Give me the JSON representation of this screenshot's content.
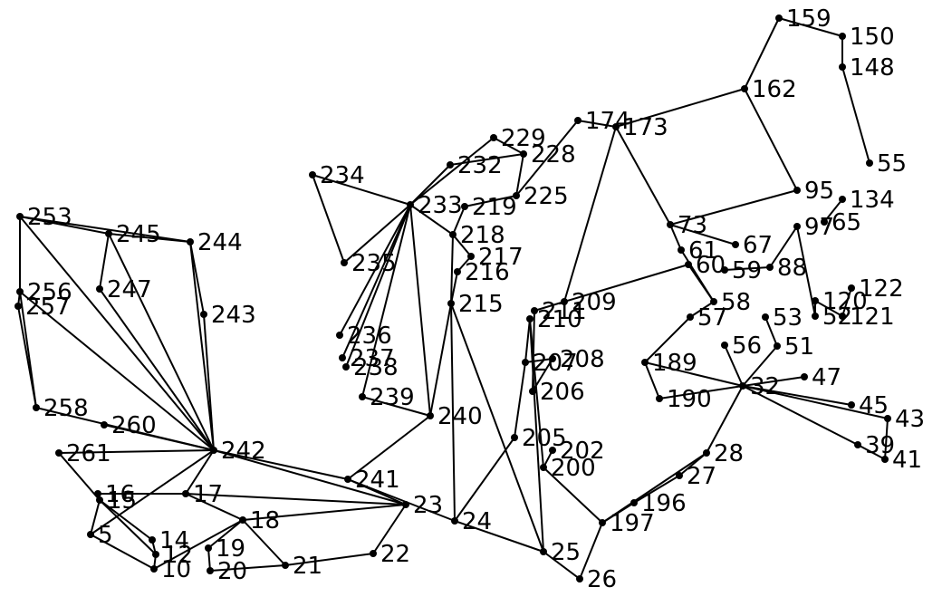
{
  "graph": {
    "nodes": [
      {
        "id": 5
      },
      {
        "id": 10
      },
      {
        "id": 12
      },
      {
        "id": 14
      },
      {
        "id": 15
      },
      {
        "id": 16
      },
      {
        "id": 17
      },
      {
        "id": 18
      },
      {
        "id": 19
      },
      {
        "id": 20
      },
      {
        "id": 21
      },
      {
        "id": 22
      },
      {
        "id": 23
      },
      {
        "id": 24
      },
      {
        "id": 25
      },
      {
        "id": 26
      },
      {
        "id": 27
      },
      {
        "id": 28
      },
      {
        "id": 32
      },
      {
        "id": 39
      },
      {
        "id": 41
      },
      {
        "id": 43
      },
      {
        "id": 45
      },
      {
        "id": 47
      },
      {
        "id": 51
      },
      {
        "id": 52
      },
      {
        "id": 53
      },
      {
        "id": 55
      },
      {
        "id": 56
      },
      {
        "id": 57
      },
      {
        "id": 58
      },
      {
        "id": 59
      },
      {
        "id": 60
      },
      {
        "id": 61
      },
      {
        "id": 65
      },
      {
        "id": 67
      },
      {
        "id": 73
      },
      {
        "id": 88
      },
      {
        "id": 95
      },
      {
        "id": 97
      },
      {
        "id": 120
      },
      {
        "id": 121
      },
      {
        "id": 122
      },
      {
        "id": 134
      },
      {
        "id": 148
      },
      {
        "id": 150
      },
      {
        "id": 159
      },
      {
        "id": 162
      },
      {
        "id": 173
      },
      {
        "id": 174
      },
      {
        "id": 189
      },
      {
        "id": 190
      },
      {
        "id": 196
      },
      {
        "id": 197
      },
      {
        "id": 200
      },
      {
        "id": 202
      },
      {
        "id": 205
      },
      {
        "id": 206
      },
      {
        "id": 207
      },
      {
        "id": 208
      },
      {
        "id": 209
      },
      {
        "id": 210
      },
      {
        "id": 211
      },
      {
        "id": 215
      },
      {
        "id": 216
      },
      {
        "id": 217
      },
      {
        "id": 218
      },
      {
        "id": 219
      },
      {
        "id": 225
      },
      {
        "id": 228
      },
      {
        "id": 229
      },
      {
        "id": 232
      },
      {
        "id": 233
      },
      {
        "id": 234
      },
      {
        "id": 235
      },
      {
        "id": 236
      },
      {
        "id": 237
      },
      {
        "id": 238
      },
      {
        "id": 239
      },
      {
        "id": 240
      },
      {
        "id": 241
      },
      {
        "id": 242
      },
      {
        "id": 243
      },
      {
        "id": 244
      },
      {
        "id": 245
      },
      {
        "id": 247
      },
      {
        "id": 253
      },
      {
        "id": 256
      },
      {
        "id": 257
      },
      {
        "id": 258
      },
      {
        "id": 260
      },
      {
        "id": 261
      }
    ]
  }
}
